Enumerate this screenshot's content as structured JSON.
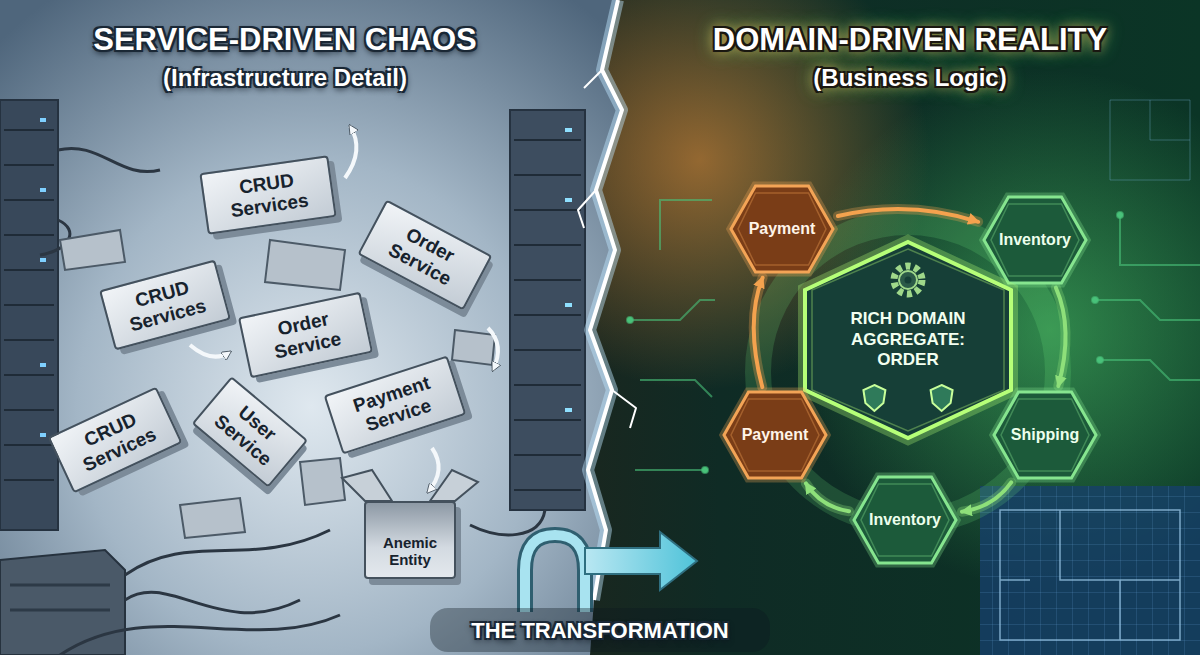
{
  "diagram": {
    "caption": "THE TRANSFORMATION",
    "nodes": [
      {
        "text": [
          "CRUD Services"
        ]
      },
      {
        "text": [
          "Order Service"
        ]
      },
      {
        "text": [
          "CRUD Services"
        ]
      },
      {
        "text": [
          "Order Service"
        ]
      },
      {
        "text": [
          "User Service"
        ]
      },
      {
        "text": [
          "Payment Service"
        ]
      },
      {
        "text": [
          "CRUD Services"
        ]
      },
      {
        "text": [
          "Anemic Entity"
        ]
      },
      {
        "text": [
          "Payment"
        ]
      },
      {
        "text": [
          "Inventory"
        ]
      },
      {
        "text": [
          "RICH DOMAIN AGGREGATE: ORDER"
        ]
      },
      {
        "text": [
          "Payment"
        ]
      },
      {
        "text": [
          "Shipping"
        ]
      },
      {
        "text": [
          "Inventory"
        ]
      }
    ],
    "edges": [
      {
        "from": 8,
        "to": 9,
        "arrow": "to"
      },
      {
        "from": 9,
        "to": 12,
        "arrow": "to"
      },
      {
        "from": 12,
        "to": 13,
        "arrow": "to"
      },
      {
        "from": 13,
        "to": 11,
        "arrow": "to"
      },
      {
        "from": 11,
        "to": 8,
        "arrow": "to"
      }
    ],
    "labels": [
      "SERVICE-DRIVEN CHAOS",
      "(Infrastructure Detail)",
      "DOMAIN-DRIVEN REALITY",
      "(Business Logic)"
    ]
  }
}
